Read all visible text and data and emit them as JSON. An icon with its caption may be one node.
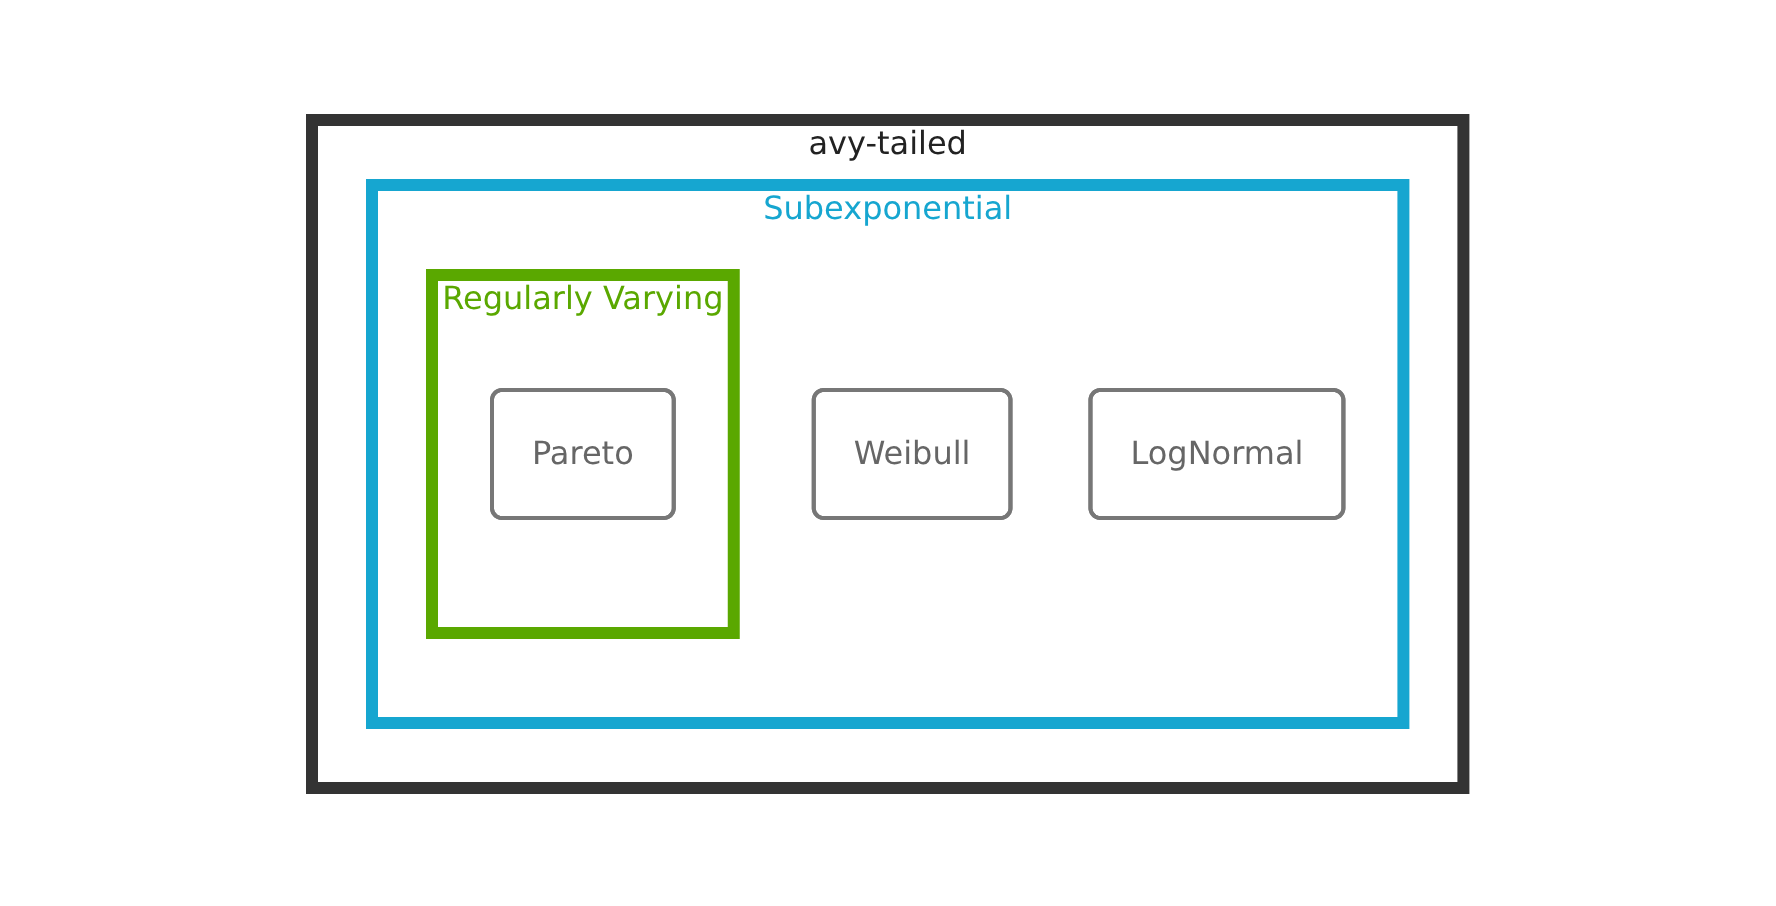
{
  "diagram": {
    "nodes": [
      {
        "text": [
          "avy-tailed"
        ]
      },
      {
        "text": [
          "Subexponential"
        ],
        "in": 0
      },
      {
        "text": [
          "Regularly Varying"
        ],
        "in": 1
      },
      {
        "text": [
          "Pareto"
        ],
        "in": 2
      },
      {
        "text": [
          "Weibull"
        ],
        "in": 1
      },
      {
        "text": [
          "LogNormal"
        ],
        "in": 1
      }
    ],
    "edges": []
  }
}
